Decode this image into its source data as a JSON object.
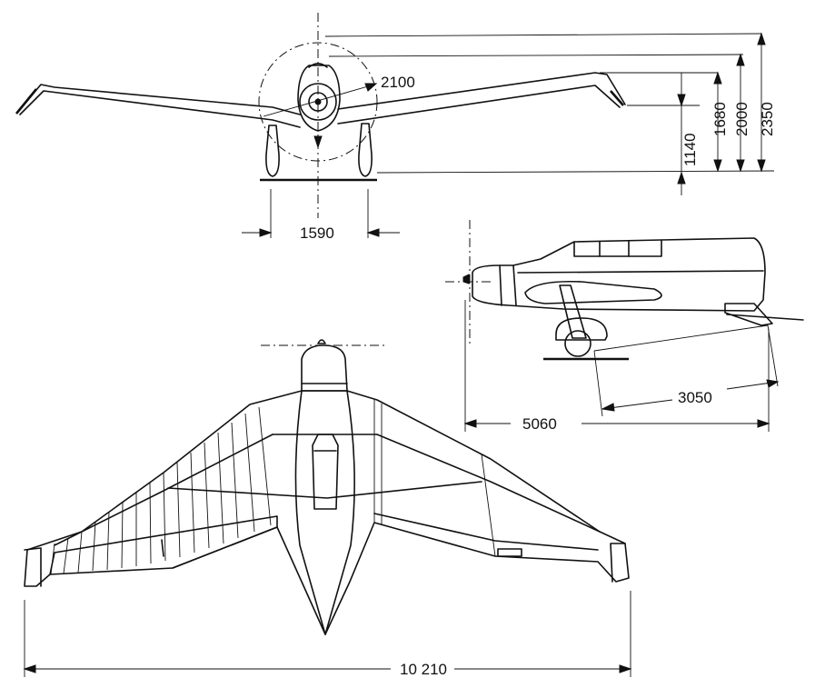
{
  "drawing": {
    "views": {
      "front": {
        "dimensions": {
          "wheel_track": "1590",
          "prop_diameter": "2100",
          "dim_1140": "1140",
          "dim_1680": "1680",
          "dim_2000": "2000",
          "dim_2350": "2350"
        }
      },
      "side": {
        "dimensions": {
          "length": "5060",
          "wheelbase": "3050"
        }
      },
      "top": {
        "dimensions": {
          "span": "10 210"
        }
      }
    }
  }
}
